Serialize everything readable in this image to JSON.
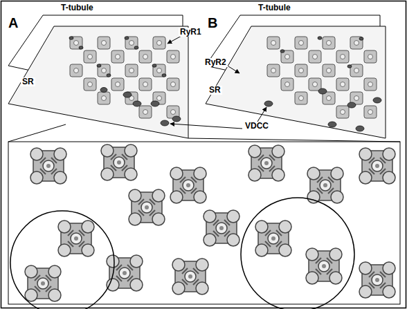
{
  "diagram": {
    "labels": [
      "A",
      "T-tubule",
      "B",
      "T-tubule",
      "RyR1",
      "RyR2",
      "SR",
      "SR",
      "VDCC"
    ]
  }
}
